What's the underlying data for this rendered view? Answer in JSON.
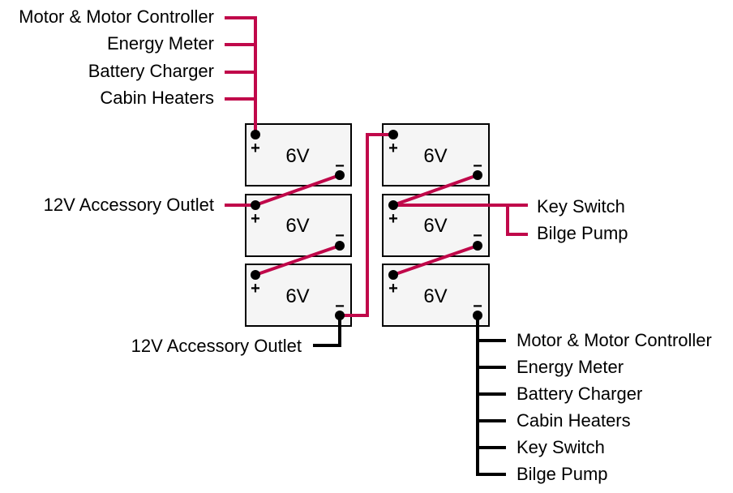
{
  "colors": {
    "positive_wire": "#c0084a",
    "negative_wire": "#000000",
    "battery_fill": "#f5f5f5"
  },
  "battery_voltage_label": "6V",
  "terminal_symbols": {
    "positive": "+",
    "negative": "−"
  },
  "left_bank": {
    "positive_loads": [
      "Motor & Motor Controller",
      "Energy Meter",
      "Battery Charger",
      "Cabin Heaters"
    ],
    "accessory_positive": "12V Accessory Outlet",
    "accessory_negative": "12V Accessory Outlet",
    "batteries": [
      "6V",
      "6V",
      "6V"
    ]
  },
  "right_bank": {
    "positive_loads": [
      "Key Switch",
      "Bilge Pump"
    ],
    "batteries": [
      "6V",
      "6V",
      "6V"
    ]
  },
  "negative_loads": [
    "Motor & Motor Controller",
    "Energy Meter",
    "Battery Charger",
    "Cabin Heaters",
    "Key Switch",
    "Bilge Pump"
  ]
}
